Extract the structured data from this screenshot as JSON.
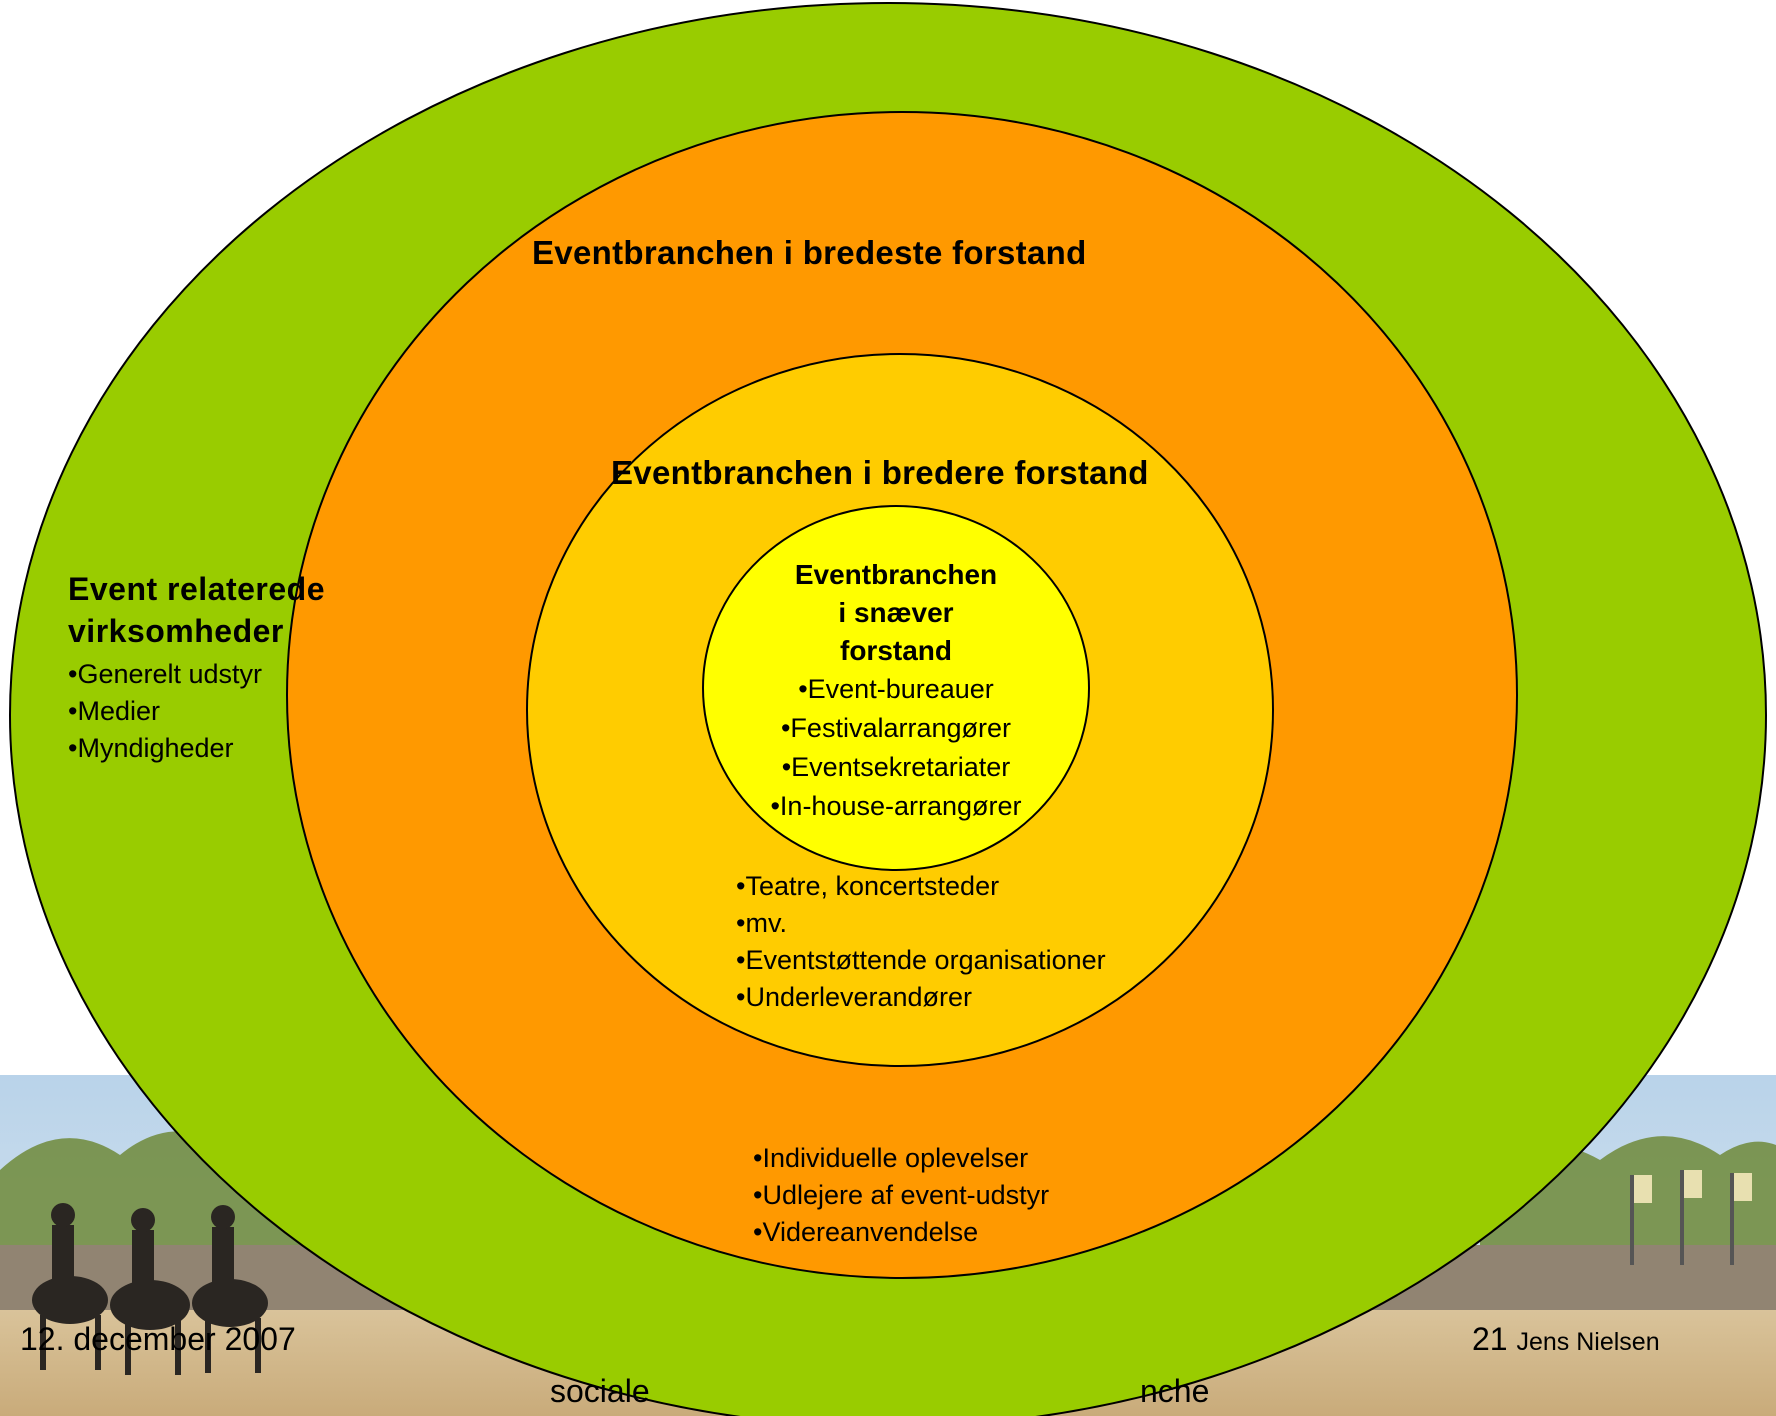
{
  "colors": {
    "outer_ring": "#99CC00",
    "broad_ring": "#FF9900",
    "broader_ring": "#FFCC00",
    "narrow_ring": "#FFFF00",
    "outline": "#000000"
  },
  "rings": {
    "outer": {
      "title_line1": "Event relaterede",
      "title_line2": "virksomheder",
      "items": [
        "•Generelt udstyr",
        "•Medier",
        "•Myndigheder"
      ]
    },
    "broadest": {
      "title": "Eventbranchen i bredeste forstand",
      "items": [
        "•Individuelle oplevelser",
        "•Udlejere af event-udstyr",
        "•Videreanvendelse"
      ]
    },
    "broader": {
      "title": "Eventbranchen i bredere forstand",
      "items": [
        "•Teatre, koncertsteder",
        "•mv.",
        "•Eventstøttende organisationer",
        "•Underleverandører"
      ]
    },
    "narrow": {
      "title_line1": "Eventbranchen",
      "title_line2": "i snæver",
      "title_line3": "forstand",
      "items": [
        "•Event-bureauer",
        "•Festivalarrangører",
        "•Eventsekretariater",
        "•In-house-arrangører"
      ]
    }
  },
  "footer": {
    "date": "12. december 2007",
    "page": "21",
    "author": "Jens Nielsen",
    "partial_left": "sociale",
    "partial_right": "nche"
  },
  "background_image": "photo-of-horse-riders-at-tournament-event"
}
